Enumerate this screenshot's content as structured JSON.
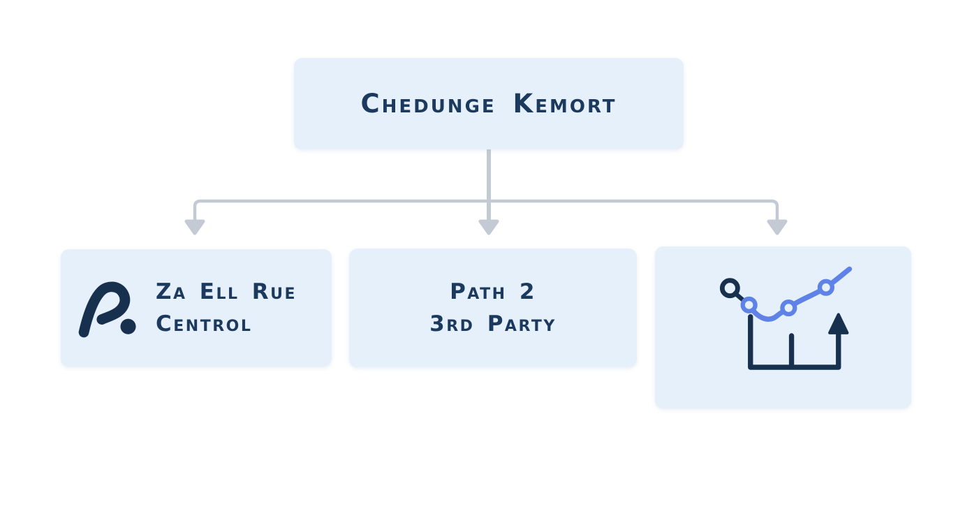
{
  "colors": {
    "page_bg": "#ffffff",
    "node_bg": "#e6f0fa",
    "node_text": "#1b3a5e",
    "connector": "#c4cad3",
    "icon_navy": "#17304d",
    "chart_blue": "#5f82e8"
  },
  "diagram": {
    "type": "flowchart",
    "root": {
      "id": "root",
      "label": "Chedunge Kemort"
    },
    "children": [
      {
        "id": "za-ell-rue-centrol",
        "icon": "brand-logo-icon",
        "lines": [
          "Za Ell Rue",
          "Centrol"
        ]
      },
      {
        "id": "path-2-3rd-party",
        "lines": [
          "Path 2",
          "3rd Party"
        ]
      },
      {
        "id": "trend-chart",
        "icon": "trend-chart-icon",
        "lines": []
      }
    ],
    "edges": [
      {
        "from": "root",
        "to": "za-ell-rue-centrol"
      },
      {
        "from": "root",
        "to": "path-2-3rd-party"
      },
      {
        "from": "root",
        "to": "trend-chart"
      }
    ]
  }
}
